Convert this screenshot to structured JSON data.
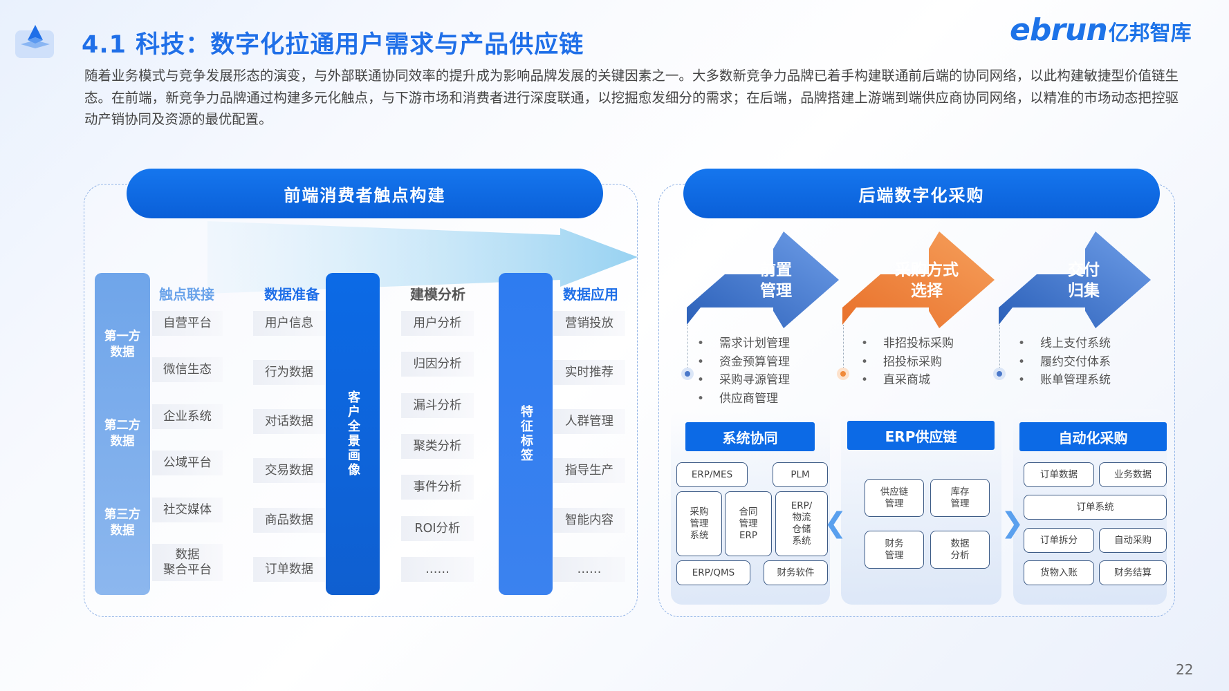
{
  "header": {
    "title": "4.1 科技：数字化拉通用户需求与产品供应链",
    "brand_en": "ebrun",
    "brand_cn": "亿邦智库"
  },
  "intro": "随着业务模式与竞争发展形态的演变，与外部联通协同效率的提升成为影响品牌发展的关键因素之一。大多数新竞争力品牌已着手构建联通前后端的协同网络，以此构建敏捷型价值链生态。在前端，新竞争力品牌通过构建多元化触点，与下游市场和消费者进行深度联通，以挖掘愈发细分的需求；在后端，品牌搭建上游端到端供应商协同网络，以精准的市场动态把控驱动产销协同及资源的最优配置。",
  "left": {
    "title": "前端消费者触点构建",
    "sources": [
      "第一方\n数据",
      "第二方\n数据",
      "第三方\n数据"
    ],
    "columns": [
      {
        "title": "触点联接",
        "items": [
          "自营平台",
          "微信生态",
          "企业系统",
          "公域平台",
          "社交媒体",
          "数据\n聚合平台"
        ]
      },
      {
        "title": "数据准备",
        "items": [
          "用户信息",
          "行为数据",
          "对话数据",
          "交易数据",
          "商品数据",
          "订单数据"
        ]
      },
      {
        "title": "建模分析",
        "items": [
          "用户分析",
          "归因分析",
          "漏斗分析",
          "聚类分析",
          "事件分析",
          "ROI分析",
          "……"
        ]
      },
      {
        "title": "数据应用",
        "items": [
          "营销投放",
          "实时推荐",
          "人群管理",
          "指导生产",
          "智能内容",
          "……"
        ]
      }
    ],
    "bar1": "客户全景画像",
    "bar2": "特征标签"
  },
  "right": {
    "title": "后端数字化采购",
    "stages": [
      {
        "label": "前置\n管理",
        "items": [
          "需求计划管理",
          "资金预算管理",
          "采购寻源管理",
          "供应商管理"
        ]
      },
      {
        "label": "采购方式\n选择",
        "items": [
          "非招投标采购",
          "招投标采购",
          "直采商城"
        ]
      },
      {
        "label": "交付\n归集",
        "items": [
          "线上支付系统",
          "履约交付体系",
          "账单管理系统"
        ]
      }
    ],
    "systems": [
      {
        "title": "系统协同",
        "tags": [
          "ERP/MES",
          "PLM",
          "采购\n管理\n系统",
          "合同\n管理\nERP",
          "ERP/\n物流\n仓储\n系统",
          "ERP/QMS",
          "财务软件"
        ]
      },
      {
        "title": "ERP供应链",
        "tags": [
          "供应链\n管理",
          "库存\n管理",
          "财务\n管理",
          "数据\n分析"
        ]
      },
      {
        "title": "自动化采购",
        "tags": [
          "订单数据",
          "业务数据",
          "订单系统",
          "订单拆分",
          "自动采购",
          "货物入账",
          "财务结算"
        ]
      }
    ]
  },
  "page_number": "22",
  "colors": {
    "primary": "#0c6ae6",
    "orange": "#f08a3a",
    "blue_bar": "#2e7cf0",
    "light_bar": "#7fb0ec"
  }
}
